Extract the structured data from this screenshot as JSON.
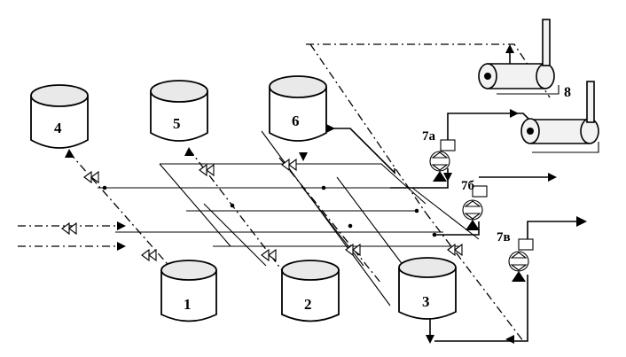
{
  "diagram": {
    "tanks": [
      {
        "id": "tank-1",
        "label": "1"
      },
      {
        "id": "tank-2",
        "label": "2"
      },
      {
        "id": "tank-3",
        "label": "3"
      },
      {
        "id": "tank-4",
        "label": "4"
      },
      {
        "id": "tank-5",
        "label": "5"
      },
      {
        "id": "tank-6",
        "label": "6"
      }
    ],
    "pumps": [
      {
        "id": "pump-7a",
        "label": "7а"
      },
      {
        "id": "pump-7b",
        "label": "7б"
      },
      {
        "id": "pump-7v",
        "label": "7в"
      }
    ],
    "unit": {
      "label": "8"
    }
  }
}
